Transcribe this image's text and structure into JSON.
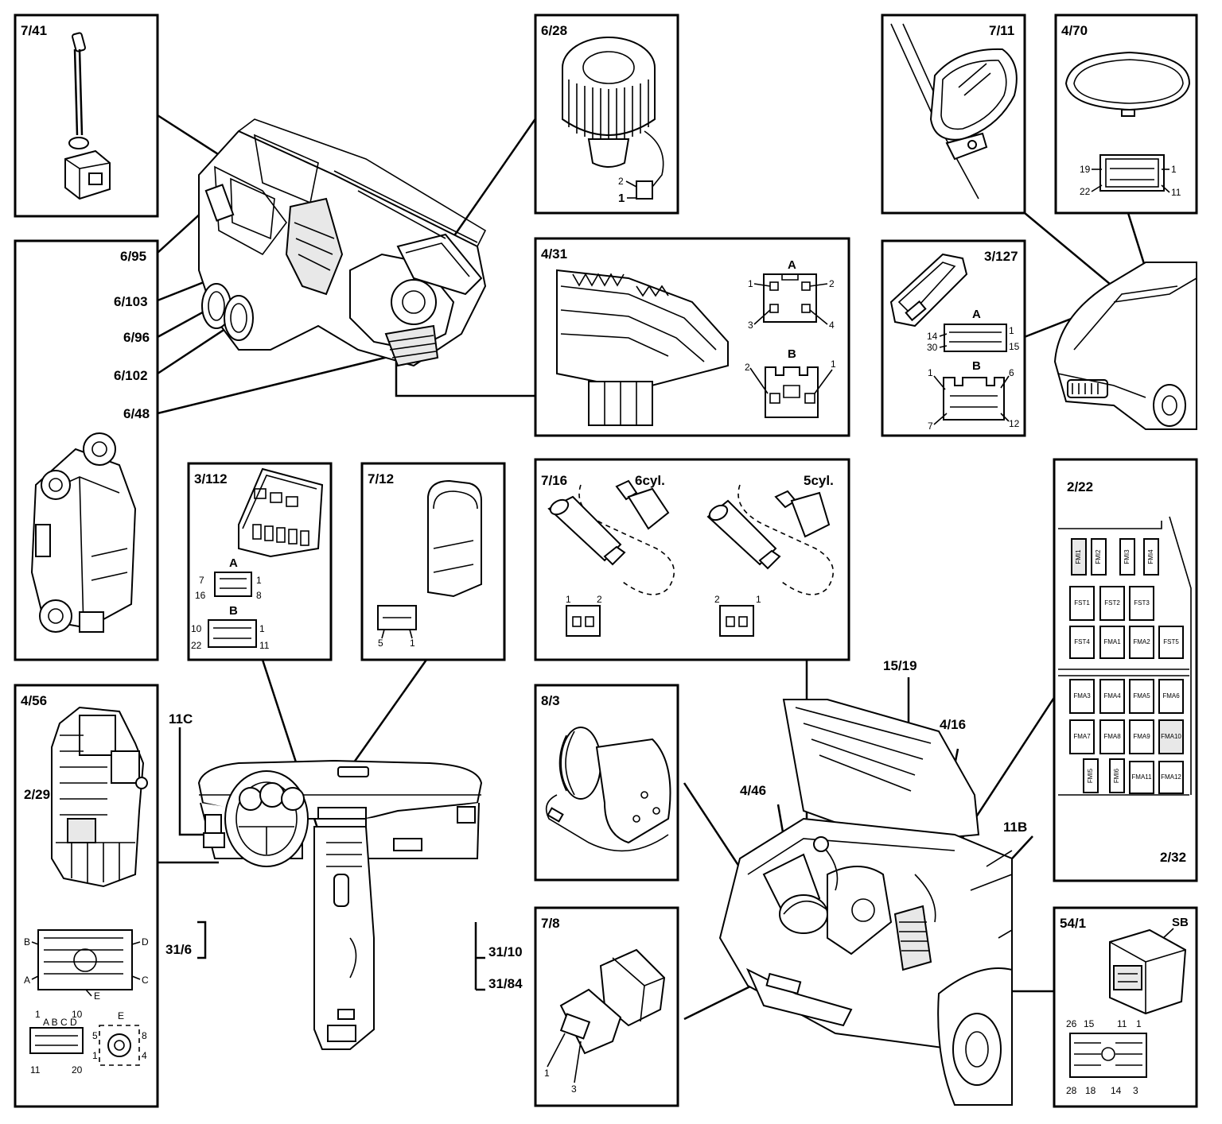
{
  "labels": {
    "c_7_41": "7/41",
    "c_6_28": "6/28",
    "c_7_11": "7/11",
    "c_4_70": "4/70",
    "c_6_95": "6/95",
    "c_6_103": "6/103",
    "c_6_96": "6/96",
    "c_6_102": "6/102",
    "c_6_48": "6/48",
    "c_4_31": "4/31",
    "c_3_127": "3/127",
    "c_3_112": "3/112",
    "c_7_12": "7/12",
    "c_7_16": "7/16",
    "c_2_22": "2/22",
    "c_2_32": "2/32",
    "c_4_56": "4/56",
    "c_2_29": "2/29",
    "c_11c": "11C",
    "c_31_6": "31/6",
    "c_31_10": "31/10",
    "c_31_84": "31/84",
    "c_8_3": "8/3",
    "c_7_8": "7/8",
    "c_15_19": "15/19",
    "c_4_16": "4/16",
    "c_4_46": "4/46",
    "c_11b": "11B",
    "c_54_1": "54/1",
    "sb": "SB",
    "cyl6": "6cyl.",
    "cyl5": "5cyl."
  },
  "connectors": {
    "A": "A",
    "B": "B",
    "C": "C",
    "D": "D",
    "E": "E",
    "ABCD": "A B C D",
    "p1": "1",
    "p2": "2",
    "p3": "3",
    "p4": "4",
    "p5": "5",
    "p6": "6",
    "p7": "7",
    "p8": "8",
    "p10": "10",
    "p11": "11",
    "p12": "12",
    "p14": "14",
    "p15": "15",
    "p16": "16",
    "p18": "18",
    "p19": "19",
    "p20": "20",
    "p22": "22",
    "p26": "26",
    "p28": "28",
    "p30": "30"
  },
  "fuse_relays": [
    "FMI1",
    "FMI2",
    "FMI3",
    "FMI4",
    "FST1",
    "FST2",
    "FST3",
    "FST4",
    "FMA1",
    "FMA2",
    "FST5",
    "FMA3",
    "FMA4",
    "FMA5",
    "FMA6",
    "FMA7",
    "FMA8",
    "FMA9",
    "FMA10",
    "FMI5",
    "FMI6",
    "FMA11",
    "FMA12"
  ]
}
